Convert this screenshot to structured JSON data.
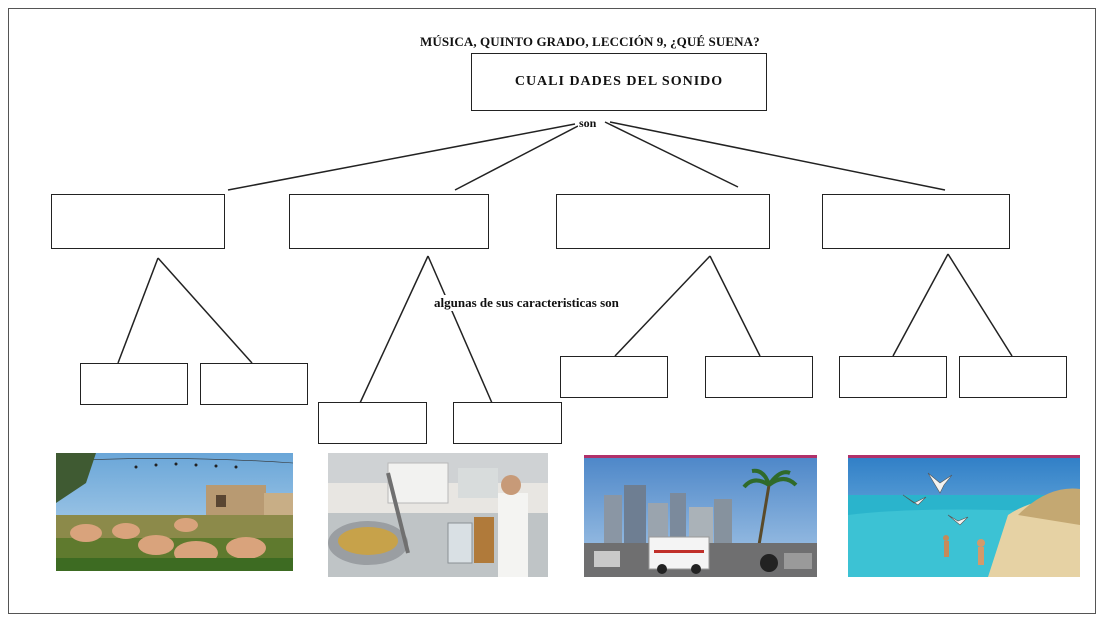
{
  "title": "MÚSICA, QUINTO GRADO, LECCIÓN 9, ¿QUÉ SUENA?",
  "root_label": "CUALI DADES  DEL  SONIDO",
  "connector_top": "son",
  "connector_mid": "algunas de sus caracteristicas son",
  "level1_boxes": [
    "",
    "",
    "",
    ""
  ],
  "level2_boxes": [
    "",
    "",
    "",
    "",
    "",
    "",
    "",
    ""
  ],
  "photos": [
    {
      "icon": "farm-pigs-photo"
    },
    {
      "icon": "kitchen-chef-photo"
    },
    {
      "icon": "city-street-photo"
    },
    {
      "icon": "beach-seagulls-photo"
    }
  ],
  "colors": {
    "line": "#222222",
    "border": "#222222"
  }
}
